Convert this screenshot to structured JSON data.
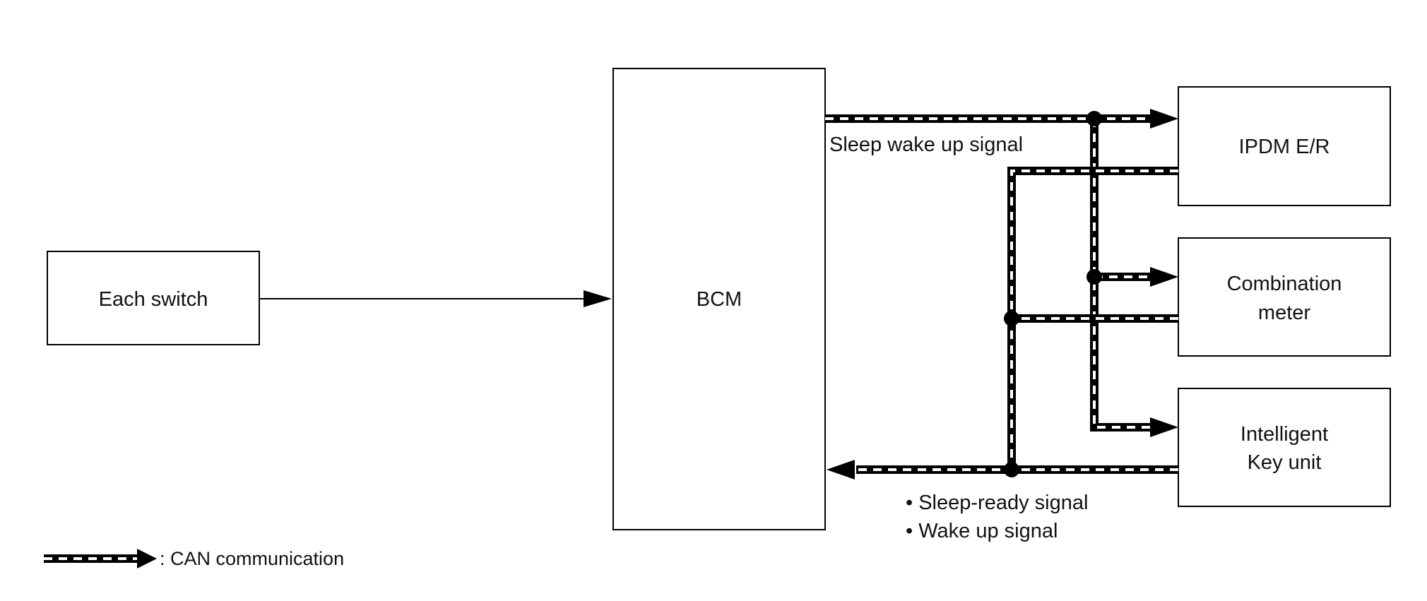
{
  "boxes": {
    "each_switch": "Each switch",
    "bcm": "BCM",
    "ipdm": "IPDM E/R",
    "combination_meter": [
      "Combination",
      "meter"
    ],
    "intelligent_key": [
      "Intelligent",
      "Key unit"
    ]
  },
  "signals": {
    "sleep_wake_up": "Sleep wake up signal",
    "sleep_ready": "• Sleep-ready signal",
    "wake_up": "• Wake up signal"
  },
  "legend": {
    "can": ": CAN communication"
  },
  "colors": {
    "line": "#000000",
    "dash": "#ffffff"
  }
}
